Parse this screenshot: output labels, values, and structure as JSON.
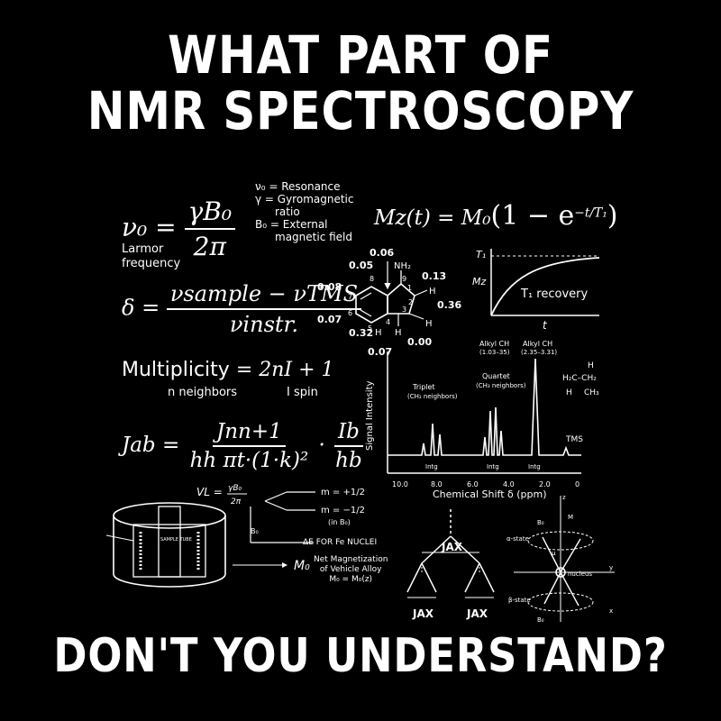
{
  "headline_top": [
    "WHAT PART OF",
    "NMR SPECTROSCOPY"
  ],
  "headline_bottom": "DON'T YOU UNDERSTAND?",
  "larmor": {
    "lhs": "ν₀ =",
    "num": "γB₀",
    "den": "2π",
    "label1": "Larmor",
    "label2": "frequency",
    "legend": [
      "ν₀ = Resonance",
      "γ = Gyromagnetic",
      "ratio",
      "B₀ = External",
      "magnetic field"
    ]
  },
  "relax": {
    "eq": "M_z(t) = M₀(1 − e^(−t/T₁))",
    "lhs": "Mz(t) = M₀",
    "paren": "(1 − e",
    "exp": "−t/T₁",
    "close": ")",
    "t1": "T₁",
    "mz": "Mz",
    "recovery": "T₁ recovery",
    "t": "t"
  },
  "shift": {
    "lhs": "δ =",
    "num": "νsample − νTMS",
    "den": "νinstr."
  },
  "multiplicity": {
    "word": "Multiplicity",
    "rhs": "= 2nI + 1",
    "sub1": "n neighbors",
    "sub2": "I spin"
  },
  "coupling": {
    "lhs": "Jab =",
    "num": "Jnn+1",
    "den": "hh πt·(1·k)²",
    "dot": "·",
    "num2": "Ib",
    "den2": "hb"
  },
  "molecule": {
    "labels": [
      "0.06",
      "0.05",
      "0.13",
      "0.08",
      "0.36",
      "0.07",
      "0.32",
      "0.00",
      "0.07",
      "NH₂",
      "H",
      "H",
      "H",
      "H"
    ],
    "numbers": [
      "8",
      "9",
      "1",
      "7",
      "2",
      "6",
      "3",
      "5",
      "4"
    ]
  },
  "spectrum": {
    "ylabel": "Signal Intensity",
    "xlabel": "Chemical Shift δ (ppm)",
    "ticks": [
      "10.0",
      "8.0",
      "6.0",
      "4.0",
      "2.0",
      "0"
    ],
    "triplet": [
      "Triplet",
      "(CH₂ neighbors)"
    ],
    "quartet": [
      "Quartet",
      "(CH₃ neighbors)"
    ],
    "alkyl1": [
      "Alkyl CH",
      "(1.03–35)"
    ],
    "alkyl2": [
      "Alkyl CH",
      "(2.35–3.31)"
    ],
    "tms": "TMS",
    "integ": [
      "Intg",
      "Intg",
      "Intg"
    ],
    "ethyl": [
      "H",
      "H₂C–CH₂",
      "H",
      "CH₃"
    ]
  },
  "apparatus": {
    "vl": "VL =",
    "vl_num": "γB₀",
    "vl_den": "2π",
    "m_plus": "m = +1/2",
    "m_minus": "m = −1/2",
    "in_b0": "(in B₀)",
    "delta_e": "ΔE FOR Fe NUCLEI",
    "m0": "M₀",
    "b0": "B₀",
    "sample": "SAMPLE TUBE",
    "net": [
      "Net Magnetization",
      "of Vehicle Alloy",
      "M₀ = M₀(z)"
    ]
  },
  "splitting": {
    "jax": "JAX",
    "jax_l": "JAX",
    "jax_r": "JAX"
  },
  "spin": {
    "alpha": "α-state",
    "beta": "β-state",
    "nucleus": "nucleus",
    "labels": [
      "z",
      "B₀",
      "M",
      "μ",
      "y",
      "x",
      "B₀"
    ]
  }
}
